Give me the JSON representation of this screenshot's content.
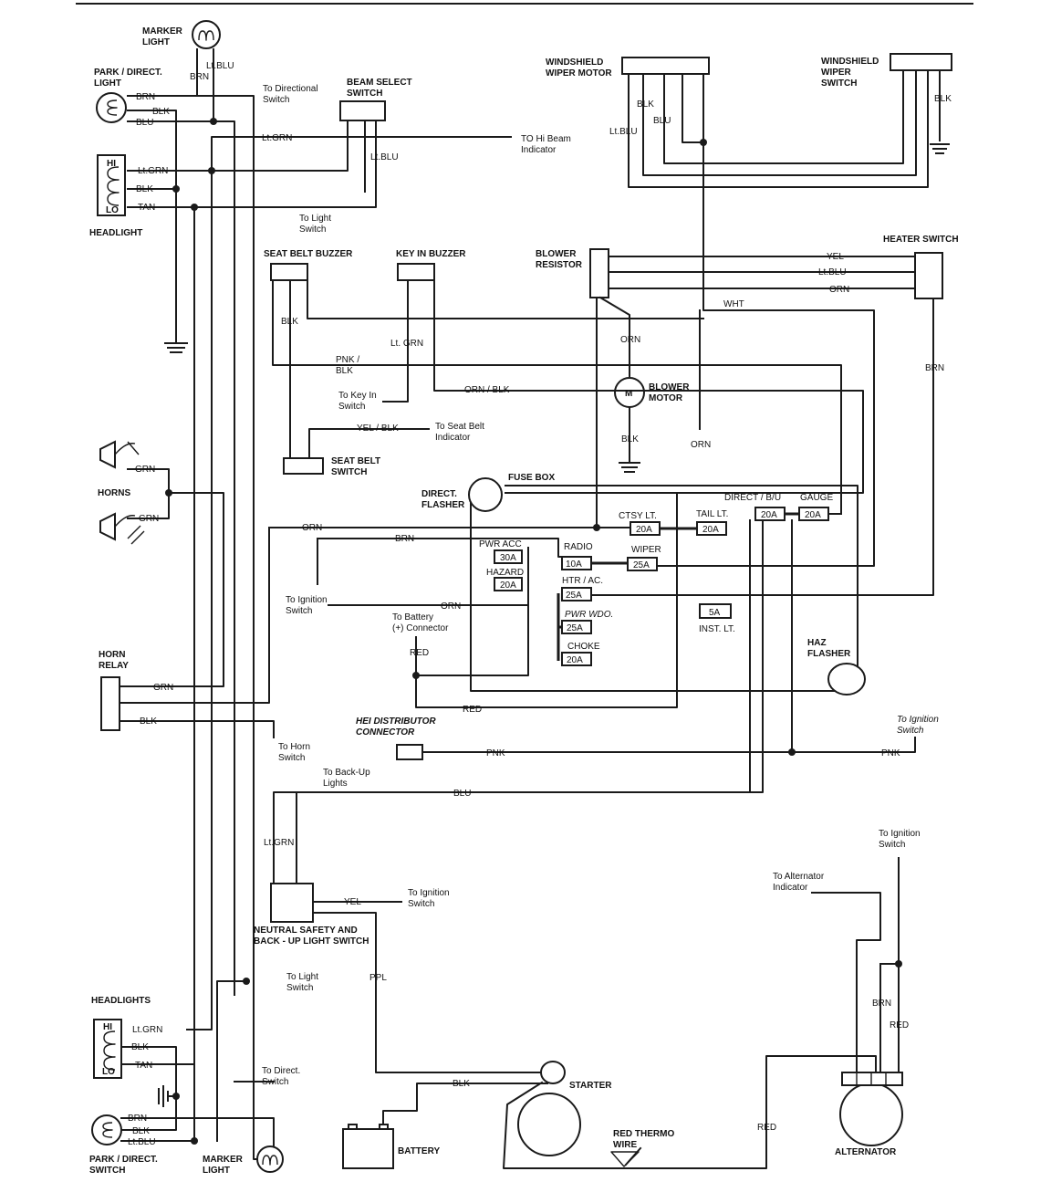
{
  "components": {
    "marker_light_top": "MARKER\nLIGHT",
    "park_light_top": "PARK / DIRECT.\nLIGHT",
    "headlight_top": "HEADLIGHT",
    "beam_select": "BEAM SELECT\nSWITCH",
    "wiper_motor": "WINDSHIELD\nWIPER MOTOR",
    "wiper_switch": "WINDSHIELD\nWIPER\nSWITCH",
    "heater_switch": "HEATER SWITCH",
    "blower_resistor": "BLOWER\nRESISTOR",
    "blower_motor": "BLOWER\nMOTOR",
    "seat_belt_buzzer": "SEAT BELT  BUZZER",
    "key_in_buzzer": "KEY IN BUZZER",
    "seat_belt_switch": "SEAT BELT\nSWITCH",
    "horns": "HORNS",
    "direct_flasher": "DIRECT.\nFLASHER",
    "fuse_box": "FUSE BOX",
    "haz_flasher": "HAZ\nFLASHER",
    "horn_relay": "HORN\nRELAY",
    "hei_connector": "HEI DISTRIBUTOR\nCONNECTOR",
    "neutral_switch": "NEUTRAL SAFETY AND\nBACK - UP LIGHT SWITCH",
    "headlights_bottom": "HEADLIGHTS",
    "park_switch_bottom": "PARK / DIRECT.\nSWITCH",
    "marker_light_bottom": "MARKER\nLIGHT",
    "starter": "STARTER",
    "battery": "BATTERY",
    "alternator": "ALTERNATOR",
    "thermo_wire": "RED THERMO\nWIRE",
    "hi": "HI",
    "lo": "LO",
    "motor_m": "M"
  },
  "fuses": {
    "ctsy": {
      "label": "CTSY LT.",
      "rating": "20A"
    },
    "tail": {
      "label": "TAIL LT.",
      "rating": "20A"
    },
    "direct_bu": {
      "label": "DIRECT / B/U",
      "rating": "20A"
    },
    "gauge": {
      "label": "GAUGE",
      "rating": "20A"
    },
    "pwr_acc": {
      "label": "PWR ACC",
      "rating": "30A"
    },
    "hazard": {
      "label": "HAZARD",
      "rating": "20A"
    },
    "radio": {
      "label": "RADIO",
      "rating": "10A"
    },
    "wiper": {
      "label": "WIPER",
      "rating": "25A"
    },
    "htr_ac": {
      "label": "HTR / AC.",
      "rating": "25A"
    },
    "pwr_wdo": {
      "label": "PWR WDO.",
      "rating": "25A"
    },
    "choke": {
      "label": "CHOKE",
      "rating": "20A"
    },
    "inst_lt": {
      "label": "INST. LT.",
      "rating": "5A"
    }
  },
  "wires": {
    "ltblu_marker": "Lt.BLU",
    "brn_marker": "BRN",
    "brn_park": "BRN",
    "blk_park": "BLK",
    "blu_park": "BLU",
    "ltgrn_beam": "Lt.GRN",
    "ltgrn_hl": "Lt.GRN",
    "blk_hl": "BLK",
    "tan_hl": "TAN",
    "ltblu_beam": "Lt.BLU",
    "blk_wiper1": "BLK",
    "blu_wiper": "BLU",
    "ltblu_wiper": "Lt.BLU",
    "blk_wiper_sw": "BLK",
    "yel_heater": "YEL",
    "ltblu_heater": "Lt.BLU",
    "orn_heater": "ORN",
    "wht": "WHT",
    "brn_heater": "BRN",
    "orn_blower": "ORN",
    "blk_blower": "BLK",
    "orn_right": "ORN",
    "blk_sb": "BLK",
    "ltgrn_key": "Lt. GRN",
    "pnk_blk": "PNK /\nBLK",
    "orn_blk": "ORN / BLK",
    "yel_blk": "YEL / BLK",
    "grn_horn1": "GRN",
    "grn_horn2": "GRN",
    "orn_fuse": "ORN",
    "brn_fuse": "BRN",
    "orn_ign": "ORN",
    "red_batt": "RED",
    "red_low": "RED",
    "grn_relay": "GRN",
    "blk_relay": "BLK",
    "pnk_hei": "PNK",
    "pnk_ign": "PNK",
    "blu_backup": "BLU",
    "ltgrn_neutral": "Lt.GRN",
    "yel_neutral": "YEL",
    "ppl": "PPL",
    "ltgrn_hl2": "Lt.GRN",
    "blk_hl2": "BLK",
    "tan_hl2": "TAN",
    "brn_park2": "BRN",
    "blk_park2": "BLK",
    "ltblu_park2": "Lt.BLU",
    "blk_starter": "BLK",
    "brn_alt": "BRN",
    "red_alt": "RED",
    "red_thermo": "RED"
  },
  "notes": {
    "to_directional": "To Directional\nSwitch",
    "to_hi_beam": "TO Hi Beam\nIndicator",
    "to_light_switch": "To Light\nSwitch",
    "to_key_in": "To Key In\nSwitch",
    "to_seat_belt_ind": "To Seat Belt\nIndicator",
    "to_ignition1": "To Ignition\nSwitch",
    "to_battery": "To Battery\n(+) Connector",
    "to_horn": "To Horn\nSwitch",
    "to_ignition2": "To Ignition\nSwitch",
    "to_backup": "To Back-Up\nLights",
    "to_ignition3": "To Ignition\nSwitch",
    "to_light_switch2": "To Light\nSwitch",
    "to_direct2": "To Direct.\nSwitch",
    "to_alt_ind": "To Alternator\nIndicator",
    "to_ignition4": "To Ignition\nSwitch"
  }
}
